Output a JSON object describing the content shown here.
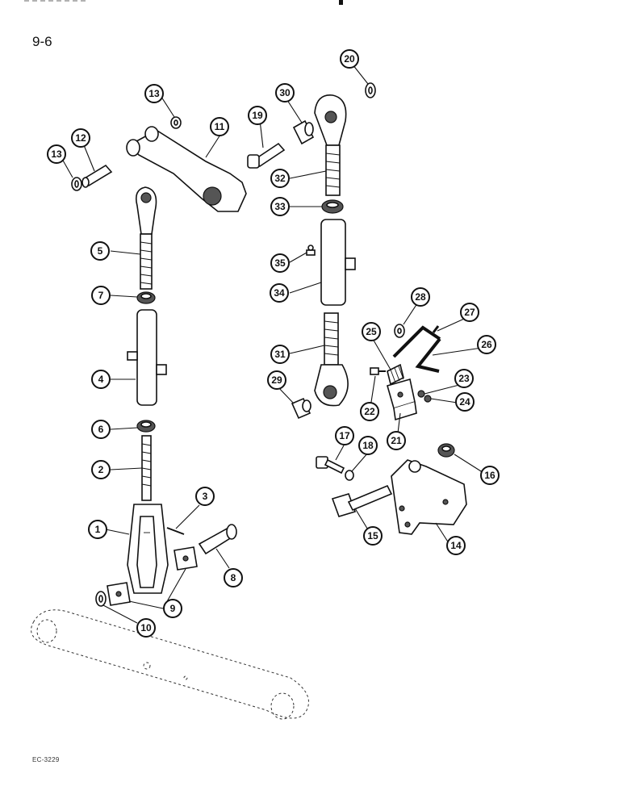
{
  "page_number": "9-6",
  "doc_code": "EC-3229",
  "callouts": [
    "1",
    "2",
    "3",
    "4",
    "5",
    "6",
    "7",
    "8",
    "9",
    "10",
    "11",
    "12",
    "13",
    "13",
    "14",
    "15",
    "16",
    "17",
    "18",
    "19",
    "20",
    "21",
    "22",
    "23",
    "24",
    "25",
    "26",
    "27",
    "28",
    "29",
    "30",
    "31",
    "32",
    "33",
    "34",
    "35"
  ]
}
